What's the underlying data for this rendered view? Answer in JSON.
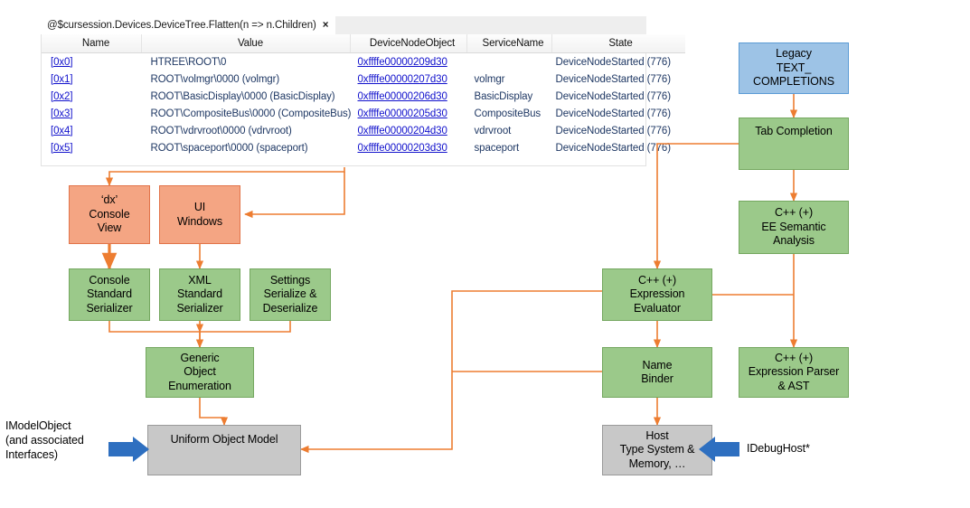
{
  "debugger_window": {
    "tab": {
      "label": "@$cursession.Devices.DeviceTree.Flatten(n => n.Children)",
      "close": "×"
    },
    "grid": {
      "columns": [
        "Name",
        "Value",
        "DeviceNodeObject",
        "ServiceName",
        "State"
      ],
      "rows": [
        {
          "name": "[0x0]",
          "value": "HTREE\\ROOT\\0",
          "device_node_object": "0xffffe00000209d30",
          "service_name": "",
          "state": "DeviceNodeStarted (776)"
        },
        {
          "name": "[0x1]",
          "value": "ROOT\\volmgr\\0000 (volmgr)",
          "device_node_object": "0xffffe00000207d30",
          "service_name": "volmgr",
          "state": "DeviceNodeStarted (776)"
        },
        {
          "name": "[0x2]",
          "value": "ROOT\\BasicDisplay\\0000 (BasicDisplay)",
          "device_node_object": "0xffffe00000206d30",
          "service_name": "BasicDisplay",
          "state": "DeviceNodeStarted (776)"
        },
        {
          "name": "[0x3]",
          "value": "ROOT\\CompositeBus\\0000 (CompositeBus)",
          "device_node_object": "0xffffe00000205d30",
          "service_name": "CompositeBus",
          "state": "DeviceNodeStarted (776)"
        },
        {
          "name": "[0x4]",
          "value": "ROOT\\vdrvroot\\0000 (vdrvroot)",
          "device_node_object": "0xffffe00000204d30",
          "service_name": "vdrvroot",
          "state": "DeviceNodeStarted (776)"
        },
        {
          "name": "[0x5]",
          "value": "ROOT\\spaceport\\0000 (spaceport)",
          "device_node_object": "0xffffe00000203d30",
          "service_name": "spaceport",
          "state": "DeviceNodeStarted (776)"
        }
      ]
    }
  },
  "diagram": {
    "nodes": {
      "dx_console_view": {
        "lines": [
          "‘dx’",
          "Console",
          "View"
        ],
        "color": "#f4a583"
      },
      "ui_windows": {
        "lines": [
          "UI",
          "Windows"
        ],
        "color": "#f4a583"
      },
      "console_serializer": {
        "lines": [
          "Console",
          "Standard",
          "Serializer"
        ],
        "color": "#9bc98a"
      },
      "xml_serializer": {
        "lines": [
          "XML",
          "Standard",
          "Serializer"
        ],
        "color": "#9bc98a"
      },
      "settings_serialize": {
        "lines": [
          "Settings",
          "Serialize &",
          "Deserialize"
        ],
        "color": "#9bc98a"
      },
      "generic_object_enum": {
        "lines": [
          "Generic",
          "Object",
          "Enumeration"
        ],
        "color": "#9bc98a"
      },
      "uniform_object_model": {
        "lines": [
          "Uniform Object Model"
        ],
        "color": "#c8c8c8"
      },
      "legacy_text_completions": {
        "lines": [
          "Legacy",
          "TEXT_",
          "COMPLETIONS"
        ],
        "color": "#9dc3e6"
      },
      "tab_completion": {
        "lines": [
          "Tab Completion"
        ],
        "color": "#9bc98a"
      },
      "ee_semantic_analysis": {
        "lines": [
          "C++ (+)",
          "EE Semantic",
          "Analysis"
        ],
        "color": "#9bc98a"
      },
      "expression_evaluator": {
        "lines": [
          "C++ (+)",
          "Expression",
          "Evaluator"
        ],
        "color": "#9bc98a"
      },
      "expression_parser_ast": {
        "lines": [
          "C++ (+)",
          "Expression Parser",
          "& AST"
        ],
        "color": "#9bc98a"
      },
      "name_binder": {
        "lines": [
          "Name",
          "Binder"
        ],
        "color": "#9bc98a"
      },
      "host_type_system": {
        "lines": [
          "Host",
          "Type System &",
          "Memory, …"
        ],
        "color": "#c8c8c8"
      }
    },
    "labels": {
      "imodelobject": "IModelObject\n(and associated\nInterfaces)",
      "imodelobject_l1": "IModelObject",
      "imodelobject_l2": "(and associated",
      "imodelobject_l3": "Interfaces)",
      "idebughost": "IDebugHost*"
    },
    "colors": {
      "connector": "#ED7D31",
      "blue_arrow": "#2E6FC0",
      "green_fill": "#9bc98a",
      "green_stroke": "#74a75f",
      "orange_fill": "#f4a583",
      "orange_stroke": "#e2744a",
      "blue_fill": "#9dc3e6",
      "blue_stroke": "#5b9bd5",
      "gray_fill": "#c8c8c8",
      "gray_stroke": "#9a9a9a"
    }
  }
}
